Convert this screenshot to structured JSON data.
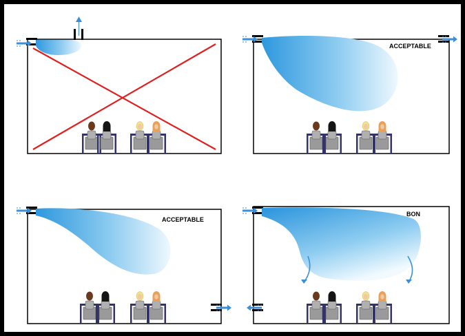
{
  "panels": [
    {
      "id": "top-left",
      "status": "rejected",
      "label": ""
    },
    {
      "id": "top-right",
      "status": "acceptable",
      "label": "ACCEPTABLE"
    },
    {
      "id": "bottom-left",
      "status": "acceptable",
      "label": "ACCEPTABLE"
    },
    {
      "id": "bottom-right",
      "status": "good",
      "label": "BON"
    }
  ],
  "colors": {
    "frame": "#000000",
    "cross": "#e02020",
    "air_dark": "#3aa0e0",
    "air_light": "#eaf6fd",
    "arrow": "#3b8fd6",
    "chair": "#33336a",
    "body": "#a0a0a0",
    "hair_brown": "#6b3a1e",
    "hair_black": "#151515",
    "hair_blonde": "#f2e08a",
    "hair_orange": "#e8a05a",
    "skin": "#f0c9a0"
  }
}
